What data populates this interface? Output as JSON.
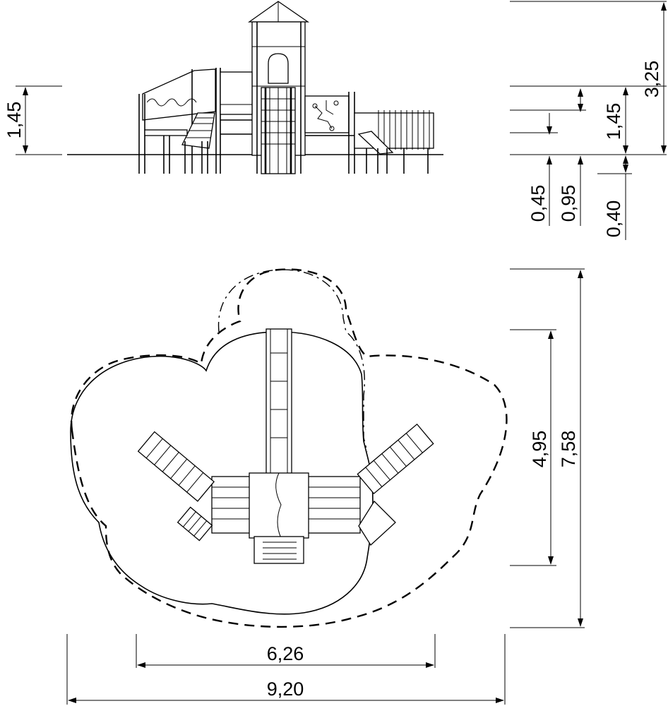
{
  "elevation_view": {
    "dimensions_left": {
      "height": "1,45"
    },
    "dimensions_right": {
      "total_height": "3,25",
      "platform_height": "1,45",
      "low_step": "0,45",
      "mid_step": "0,95",
      "pole_depth": "0,40"
    }
  },
  "plan_view": {
    "dimensions": {
      "inner_depth": "4,95",
      "outer_depth": "7,58",
      "inner_width": "6,26",
      "outer_width": "9,20"
    }
  }
}
